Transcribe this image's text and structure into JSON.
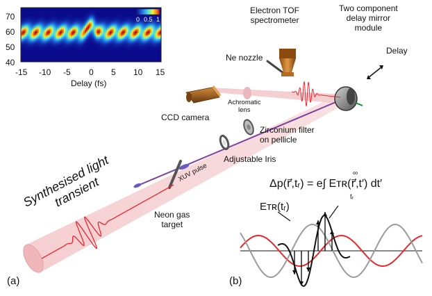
{
  "labels": {
    "electron_tof": [
      "Electron TOF",
      "spectrometer"
    ],
    "delay_mirror": [
      "Two component",
      "delay mirror",
      "module"
    ],
    "delay": "Delay",
    "ne_nozzle": "Ne nozzle",
    "ccd_camera": "CCD camera",
    "achromatic_lens": [
      "Achromatic",
      "lens"
    ],
    "zirconium_filter": [
      "Zirconium filter",
      "on pellicle"
    ],
    "adjustable_iris": "Adjustable Iris",
    "xuv_pulse": "XUV pulse",
    "neon_target": [
      "Neon gas",
      "target"
    ],
    "synth_light": [
      "Synthesised light",
      "transient"
    ],
    "panel_a": "(a)",
    "panel_b": "(b)",
    "equation": "Δp(r⃗,tᵣ) = e∫ Eᴛʀ(r⃗,t′) dt′",
    "eq_upper": "∞",
    "eq_lower": "tᵣ",
    "etr_label": "Eᴛʀ(tᵣ)"
  },
  "inset": {
    "xlabel": "Delay (fs)",
    "xticks": [
      "-15",
      "-10",
      "-5",
      "0",
      "5",
      "10",
      "15"
    ],
    "yticks": [
      "70",
      "60",
      "50",
      "40"
    ],
    "colorbar_ticks": [
      "0",
      "0.5",
      "1"
    ]
  },
  "colors": {
    "beam": "#f2c6c8",
    "field_red": "#e8262b",
    "field_gray": "#9a9a9a",
    "field_black": "#111111",
    "xuv": "#7b3fa0",
    "orange": "#c8701a"
  }
}
